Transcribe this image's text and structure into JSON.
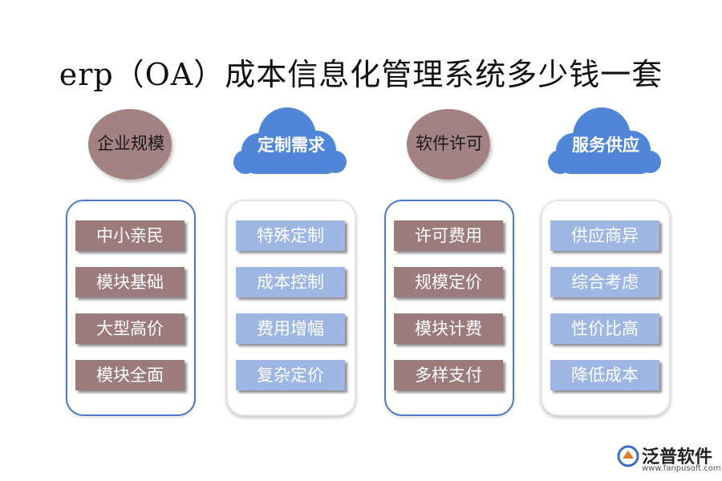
{
  "title": "erp（OA）成本信息化管理系统多少钱一套",
  "columns": [
    {
      "heading": "企业规模",
      "items": [
        "中小亲民",
        "模块基础",
        "大型高价",
        "模块全面"
      ]
    },
    {
      "heading": "定制需求",
      "items": [
        "特殊定制",
        "成本控制",
        "费用增幅",
        "复杂定价"
      ]
    },
    {
      "heading": "软件许可",
      "items": [
        "许可费用",
        "规模定价",
        "模块计费",
        "多样支付"
      ]
    },
    {
      "heading": "服务供应",
      "items": [
        "供应商异",
        "综合考虑",
        "性价比高",
        "降低成本"
      ]
    }
  ],
  "logo": {
    "name": "泛普软件",
    "url": "www.fanpusoft.com"
  },
  "colors": {
    "brown": "#9c7b7b",
    "circle": "#a38282",
    "light_blue": "#9db6e3",
    "cloud_blue": "#4f86d8",
    "panel_border_blue": "#4e78c8"
  }
}
